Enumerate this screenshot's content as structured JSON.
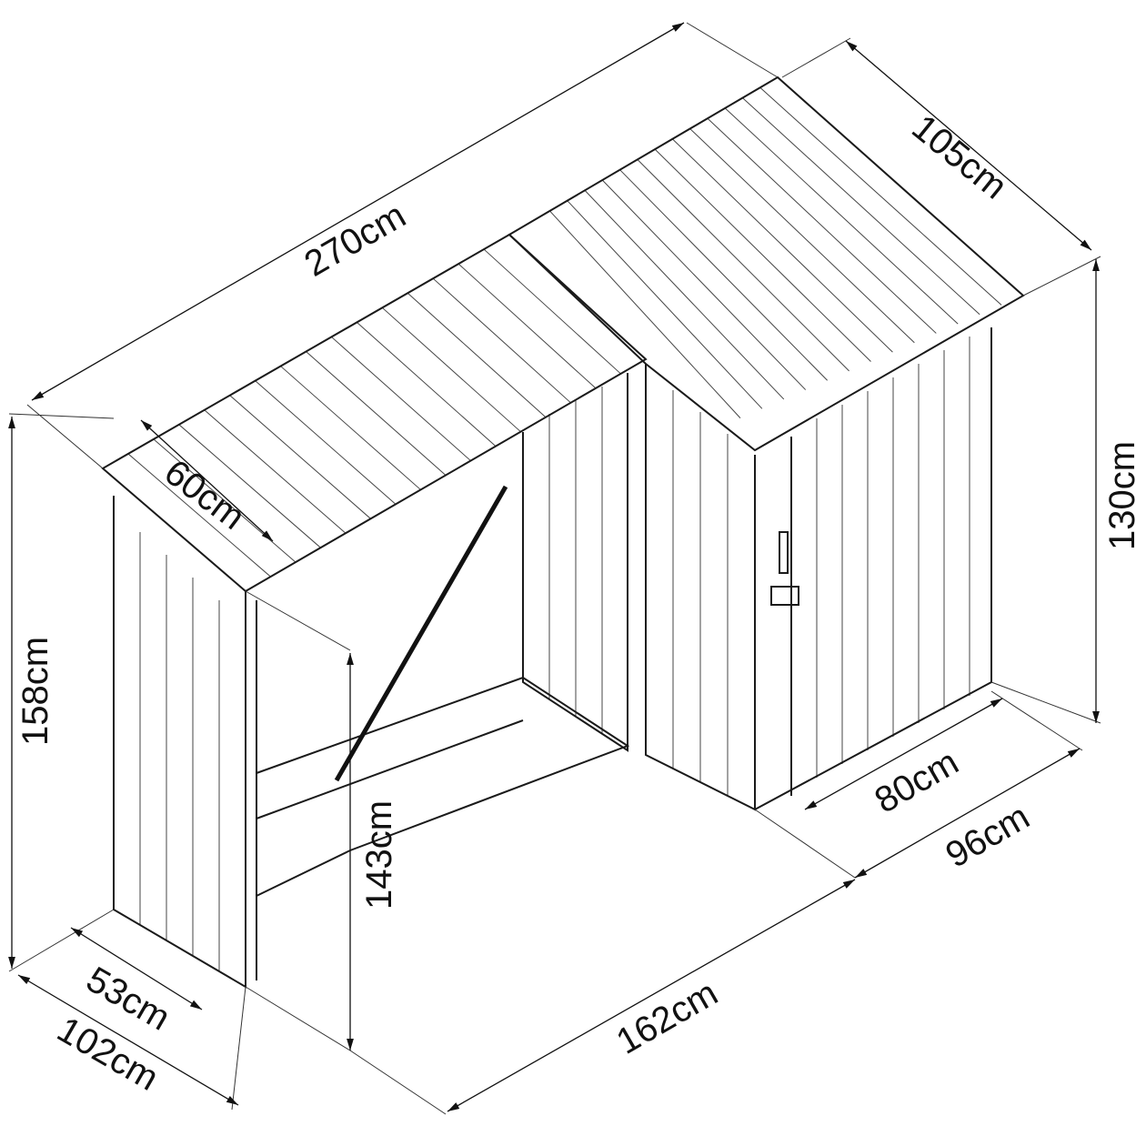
{
  "title": "Garden shed with log store – dimensions",
  "dimensions": {
    "total_length": "270cm",
    "depth_main": "105cm",
    "depth_log_store": "60cm",
    "height_log_store": "158cm",
    "height_main_back": "130cm",
    "height_log_store_front": "143cm",
    "door_width": "80cm",
    "width_main": "96cm",
    "depth_log_floor": "53cm",
    "depth_log_total": "102cm",
    "length_log_store": "162cm"
  }
}
